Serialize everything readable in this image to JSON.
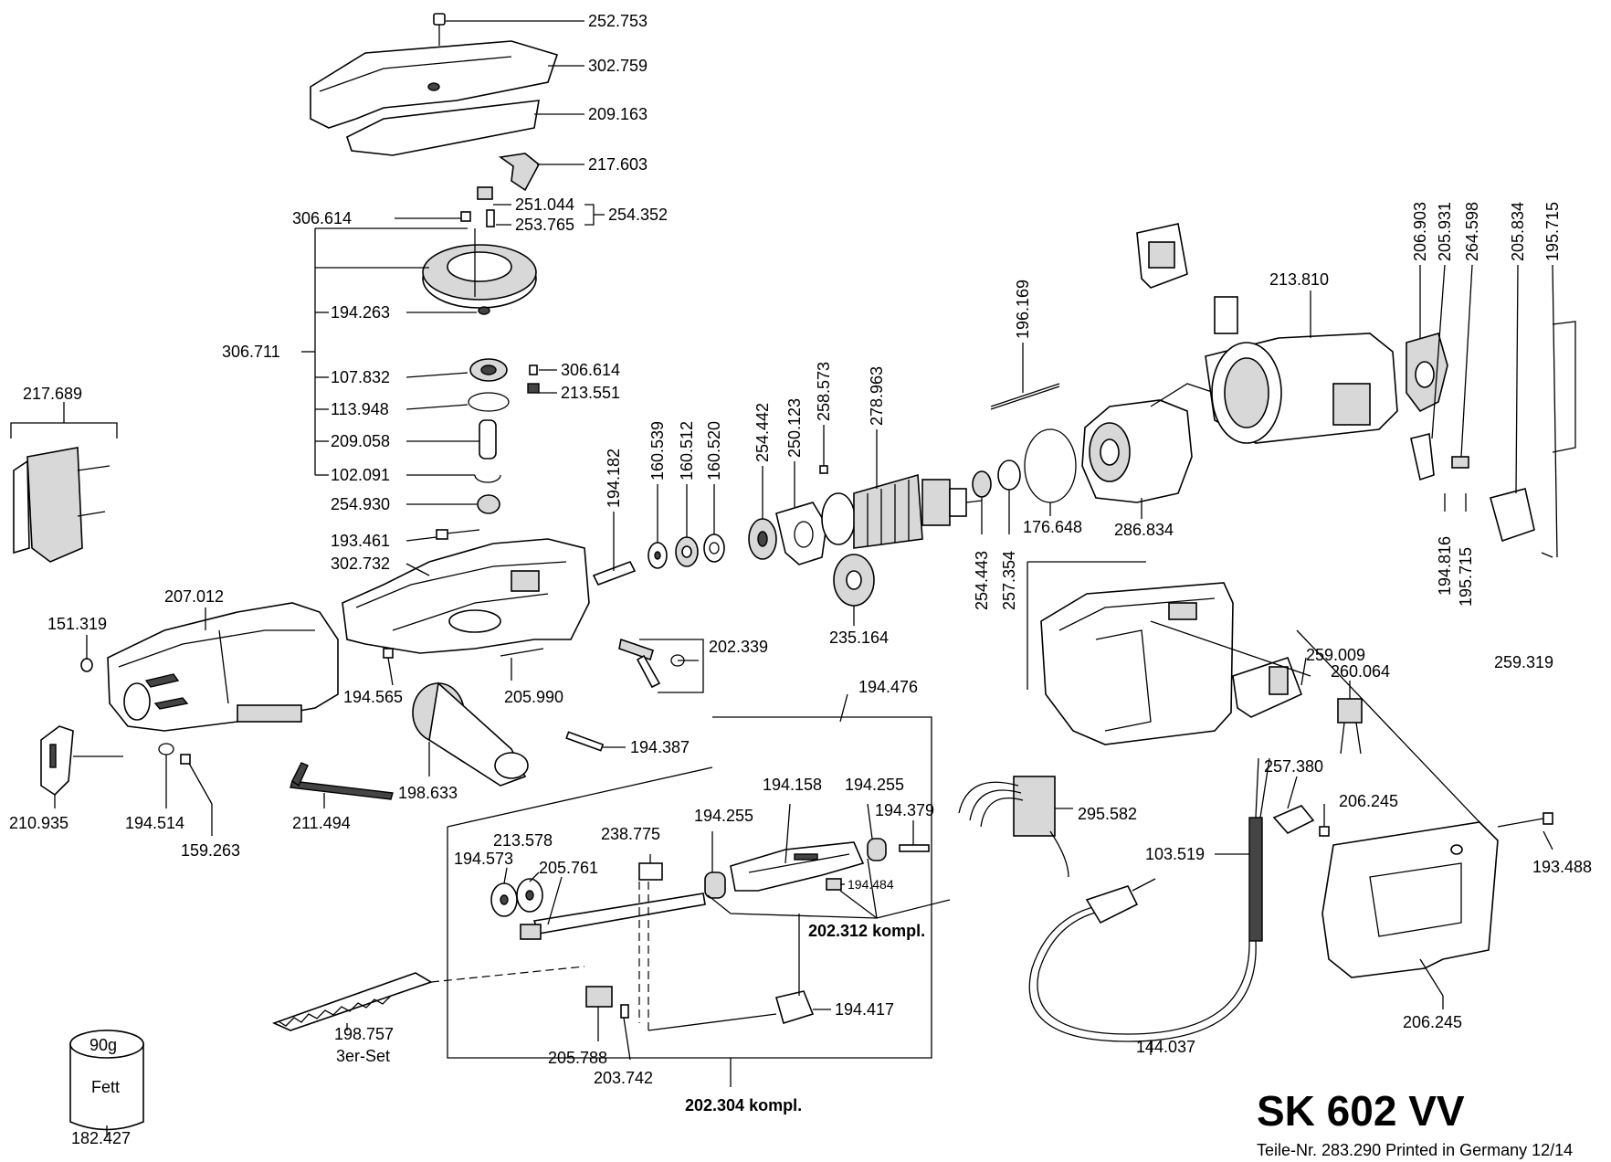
{
  "labels": {
    "p252_753": "252.753",
    "p302_759": "302.759",
    "p209_163": "209.163",
    "p217_603": "217.603",
    "p251_044": "251.044",
    "p254_352": "254.352",
    "p306_614a": "306.614",
    "p253_765": "253.765",
    "p194_263": "194.263",
    "p306_711": "306.711",
    "p107_832": "107.832",
    "p306_614b": "306.614",
    "p113_948": "113.948",
    "p213_551": "213.551",
    "p209_058": "209.058",
    "p102_091": "102.091",
    "p254_930": "254.930",
    "p217_689": "217.689",
    "p193_461": "193.461",
    "p302_732": "302.732",
    "p207_012": "207.012",
    "p151_319": "151.319",
    "p194_565": "194.565",
    "p205_990": "205.990",
    "p202_339": "202.339",
    "p194_387": "194.387",
    "p198_633": "198.633",
    "p210_935": "210.935",
    "p194_514": "194.514",
    "p159_263": "159.263",
    "p211_494": "211.494",
    "p194_182": "194.182",
    "p160_539": "160.539",
    "p160_512": "160.512",
    "p160_520": "160.520",
    "p254_442": "254.442",
    "p250_123": "250.123",
    "p258_573": "258.573",
    "p278_963": "278.963",
    "p235_164": "235.164",
    "p196_169": "196.169",
    "p254_443": "254.443",
    "p257_354": "257.354",
    "p176_648": "176.648",
    "p286_834": "286.834",
    "p213_810": "213.810",
    "p206_903": "206.903",
    "p205_931": "205.931",
    "p264_598": "264.598",
    "p205_834": "205.834",
    "p195_715a": "195.715",
    "p194_816": "194.816",
    "p195_715b": "195.715",
    "p194_476": "194.476",
    "p194_158": "194.158",
    "p194_255a": "194.255",
    "p194_379": "194.379",
    "p213_578": "213.578",
    "p238_775": "238.775",
    "p194_255b": "194.255",
    "p194_573": "194.573",
    "p205_761": "205.761",
    "p194_484": "194.484",
    "p202_312": "202.312 kompl.",
    "p198_757": "198.757",
    "p198_757_set": "3er-Set",
    "p205_788": "205.788",
    "p203_742": "203.742",
    "p194_417": "194.417",
    "p202_304": "202.304 kompl.",
    "p259_009": "259.009",
    "p260_064": "260.064",
    "p259_319": "259.319",
    "p257_380": "257.380",
    "p206_245a": "206.245",
    "p295_582": "295.582",
    "p103_519": "103.519",
    "p193_488": "193.488",
    "p206_245b": "206.245",
    "p144_037": "144.037",
    "grease_weight": "90g",
    "grease_name": "Fett",
    "p182_427": "182.427"
  },
  "footer": {
    "model": "SK 602 VV",
    "part_no": "Teile-Nr. 283.290 Printed in Germany 12/14"
  }
}
